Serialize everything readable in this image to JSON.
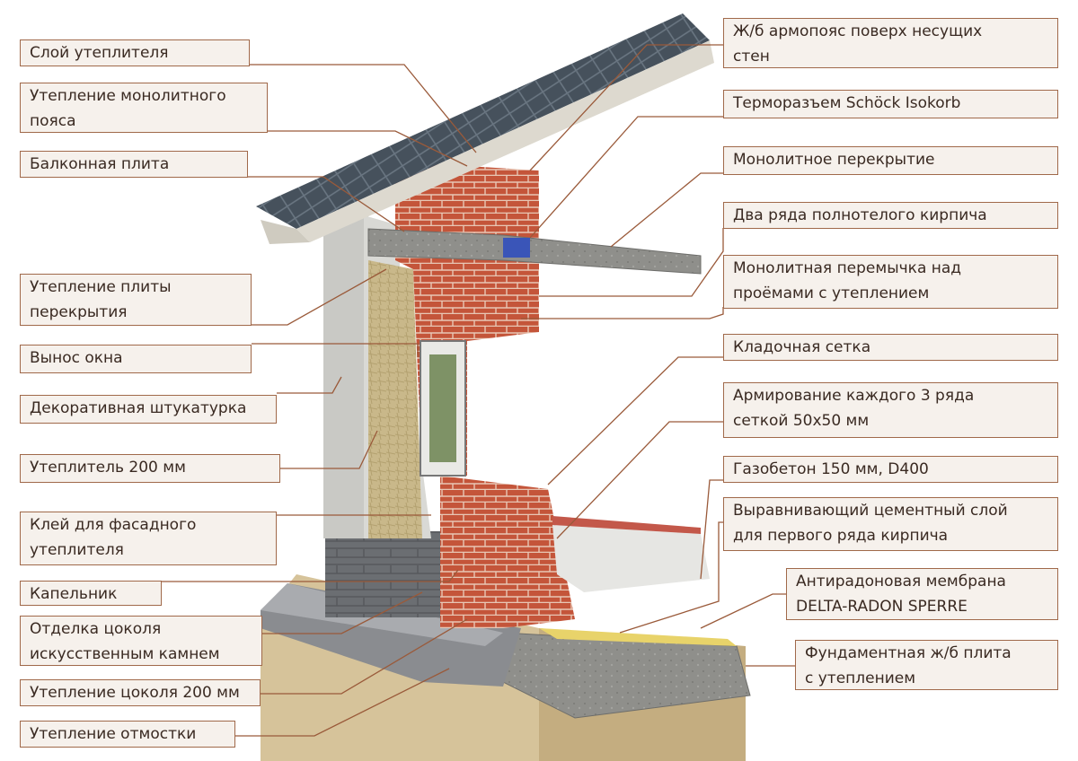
{
  "labels": {
    "left": [
      {
        "id": "insulation-layer",
        "lines": [
          "Слой утеплителя"
        ]
      },
      {
        "id": "monolithic-belt-insulation",
        "lines": [
          "Утепление монолитного",
          "пояса"
        ]
      },
      {
        "id": "balcony-slab",
        "lines": [
          "Балконная плита"
        ]
      },
      {
        "id": "floor-slab-insulation",
        "lines": [
          "Утепление плиты",
          "перекрытия"
        ]
      },
      {
        "id": "window-offset",
        "lines": [
          "Вынос окна"
        ]
      },
      {
        "id": "decorative-plaster",
        "lines": [
          "Декоративная штукатурка"
        ]
      },
      {
        "id": "insulation-200",
        "lines": [
          "Утеплитель 200 мм"
        ]
      },
      {
        "id": "facade-adhesive",
        "lines": [
          "Клей для фасадного",
          "утеплителя"
        ]
      },
      {
        "id": "drip-edge",
        "lines": [
          "Капельник"
        ]
      },
      {
        "id": "plinth-stone",
        "lines": [
          "Отделка цоколя",
          "искусственным камнем"
        ]
      },
      {
        "id": "plinth-insulation",
        "lines": [
          "Утепление цоколя 200 мм"
        ]
      },
      {
        "id": "blind-area-insulation",
        "lines": [
          "Утепление отмостки"
        ]
      }
    ],
    "right": [
      {
        "id": "rc-belt",
        "lines": [
          "Ж/б армопояс поверх несущих",
          "стен"
        ]
      },
      {
        "id": "schock-isokorb",
        "lines": [
          "Терморазъем Schöck Isokorb"
        ]
      },
      {
        "id": "monolithic-floor",
        "lines": [
          "Монолитное перекрытие"
        ]
      },
      {
        "id": "solid-brick-rows",
        "lines": [
          "Два ряда полнотелого кирпича"
        ]
      },
      {
        "id": "lintel",
        "lines": [
          "Монолитная перемычка над",
          "проёмами с утеплением"
        ]
      },
      {
        "id": "masonry-mesh",
        "lines": [
          "Кладочная сетка"
        ]
      },
      {
        "id": "reinforcement",
        "lines": [
          "Армирование каждого 3 ряда",
          "сеткой 50х50 мм"
        ]
      },
      {
        "id": "aerated-concrete",
        "lines": [
          "Газобетон 150 мм, D400"
        ]
      },
      {
        "id": "cement-layer",
        "lines": [
          "Выравнивающий цементный слой",
          "для первого ряда кирпича"
        ]
      },
      {
        "id": "radon-membrane",
        "lines": [
          "Антирадоновая мембрана",
          "DELTA-RADON SPERRE"
        ]
      },
      {
        "id": "foundation-slab",
        "lines": [
          "Фундаментная ж/б плита",
          "с утеплением"
        ]
      }
    ]
  },
  "colors": {
    "label_bg": "#f6f1ec",
    "label_border": "#a0694a",
    "leader": "#9a5a3a",
    "brick": "#c4553a",
    "concrete": "#9a9a96",
    "plaster": "#c9c9c5",
    "roof": "#4a5560"
  }
}
